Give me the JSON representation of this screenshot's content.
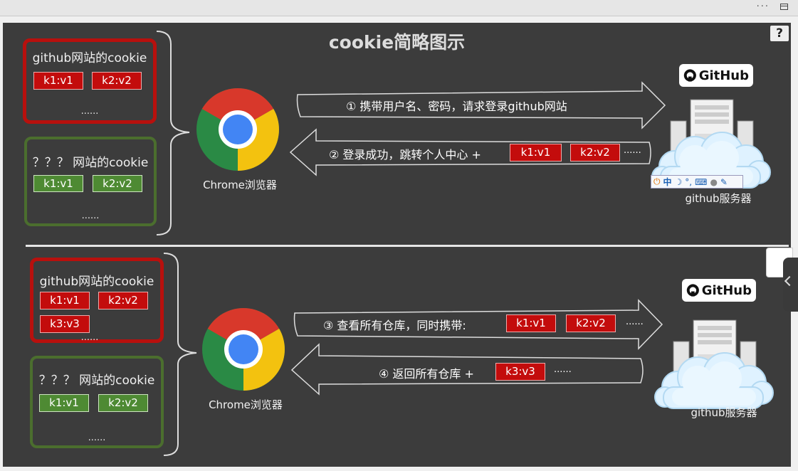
{
  "title": "cookie简略图示",
  "help_glyph": "?",
  "top": {
    "github_box": {
      "title": "github网站的cookie",
      "cookies": [
        "k1:v1",
        "k2:v2"
      ],
      "more": "......"
    },
    "other_box": {
      "title": "？？？ 网站的cookie",
      "cookies": [
        "k1:v1",
        "k2:v2"
      ],
      "more": "......"
    },
    "browser_label": "Chrome浏览器",
    "arrow1": "① 携带用户名、密码，请求登录github网站",
    "arrow2": "② 登录成功，跳转个人中心 +",
    "arrow2_cookies": [
      "k1:v1",
      "k2:v2"
    ],
    "arrow2_more": "......",
    "server_label": "github服务器",
    "github_logo": "GitHub"
  },
  "bottom": {
    "github_box": {
      "title": "github网站的cookie",
      "cookies": [
        "k1:v1",
        "k2:v2",
        "k3:v3"
      ],
      "more": "......"
    },
    "other_box": {
      "title": "？？？ 网站的cookie",
      "cookies": [
        "k1:v1",
        "k2:v2"
      ],
      "more": "......"
    },
    "browser_label": "Chrome浏览器",
    "arrow3": "③ 查看所有仓库，同时携带:",
    "arrow3_cookies": [
      "k1:v1",
      "k2:v2"
    ],
    "arrow3_more": "......",
    "arrow4": "④ 返回所有仓库 +",
    "arrow4_cookies": [
      "k3:v3"
    ],
    "arrow4_more": "......",
    "server_label": "github服务器",
    "github_logo": "GitHub"
  },
  "ime_toolbar": {
    "text": "中"
  },
  "colors": {
    "slide_bg": "#3c3c3c",
    "cookie_red": "#c30c0c",
    "cookie_green": "#4e8a33",
    "box_red": "#b8100d",
    "box_green": "#4b6e2e"
  }
}
